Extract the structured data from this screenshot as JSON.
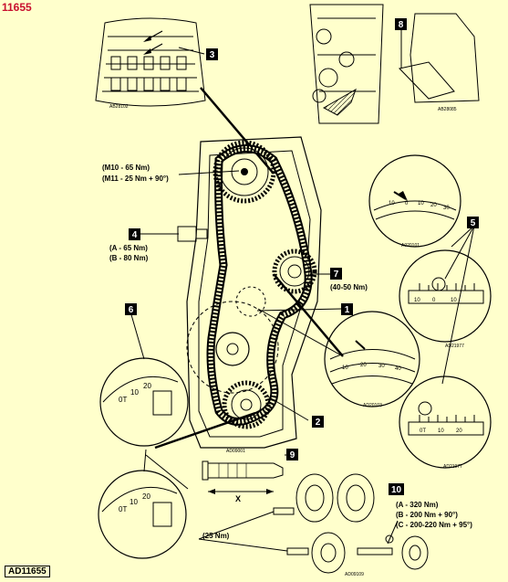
{
  "colors": {
    "background": "#ffffcc",
    "line": "#000000",
    "badge_fill": "#000000",
    "title_red": "#c8102e"
  },
  "header": {
    "figure_id": "11655"
  },
  "footer": {
    "figure_ref": "AD11655"
  },
  "callouts": {
    "c1": "1",
    "c2": "2",
    "c3": "3",
    "c4": "4",
    "c5": "5",
    "c6": "6",
    "c7": "7",
    "c8": "8",
    "c9": "9",
    "c10": "10"
  },
  "torque": {
    "m10": "(M10 - 65 Nm)",
    "m11": "(M11 - 25 Nm + 90°)",
    "a_65": "(A - 65 Nm)",
    "b_80": "(B - 80 Nm)",
    "tensioner": "(40-50 Nm)",
    "bolts": "(25 Nm)",
    "a_320": "(A - 320 Nm)",
    "b_200": "(B - 200 Nm + 90°)",
    "c_200_220": "(C - 200-220 Nm + 95°)"
  },
  "dimension": {
    "x_label": "X"
  },
  "scale_numbers": {
    "main_top": [
      "10",
      "0",
      "10",
      "20",
      "30"
    ],
    "bottom_right": [
      "0T",
      "10",
      "20"
    ],
    "dial_6": [
      "0T",
      "10",
      "20"
    ],
    "dial_9": [
      "0T",
      "10",
      "20"
    ],
    "pulley_left": [
      "10",
      "0",
      "10"
    ],
    "pulley_center": [
      "10",
      "20",
      "30",
      "40"
    ]
  },
  "ref_codes": {
    "r_3": "AB28102",
    "r_8": "AB28085",
    "r_5a": "A020101",
    "r_5b": "AD21977",
    "r_5c": "AD21977",
    "r_1": "AD20103",
    "r_main": "AD09001",
    "r_9": "AD09109"
  }
}
